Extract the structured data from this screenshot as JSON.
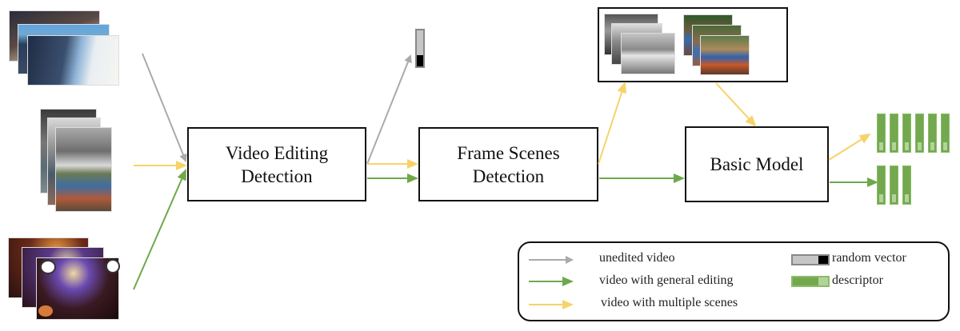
{
  "diagram": {
    "nodes": {
      "video_editing_detection": {
        "line1": "Video Editing",
        "line2": "Detection"
      },
      "frame_scenes_detection": {
        "line1": "Frame Scenes",
        "line2": "Detection"
      },
      "basic_model": {
        "label": "Basic Model"
      }
    },
    "inputs": [
      {
        "type": "unedited video",
        "frames": 3,
        "content": "snowy mountain road"
      },
      {
        "type": "video with multiple scenes",
        "frames": 3,
        "content": "grayscale landscape and colorful playground"
      },
      {
        "type": "video with general editing",
        "frames": 3,
        "content": "dark party with stickers"
      }
    ],
    "scene_groups": {
      "groups": 2,
      "content": [
        "grayscale landscape scene",
        "colorful playground scene"
      ]
    },
    "outputs": {
      "random_vector_count": 1,
      "multi_scene_descriptors": 6,
      "general_descriptors": 3
    },
    "colors": {
      "unedited": "#aaaaaa",
      "general_editing": "#6fa84a",
      "multiple_scenes": "#f6d36a",
      "descriptor_fill": "#73a84e",
      "descriptor_light": "#b2d39a",
      "random_light": "#c4c4c4",
      "random_dark": "#000000",
      "border": "#111111"
    }
  },
  "legend": {
    "items": [
      {
        "label": "unedited video",
        "kind": "arrow",
        "color_key": "unedited"
      },
      {
        "label": "video with general editing",
        "kind": "arrow",
        "color_key": "general_editing"
      },
      {
        "label": "video with multiple scenes",
        "kind": "arrow",
        "color_key": "multiple_scenes"
      },
      {
        "label": "random vector",
        "kind": "vector"
      },
      {
        "label": "descriptor",
        "kind": "descriptor"
      }
    ]
  }
}
